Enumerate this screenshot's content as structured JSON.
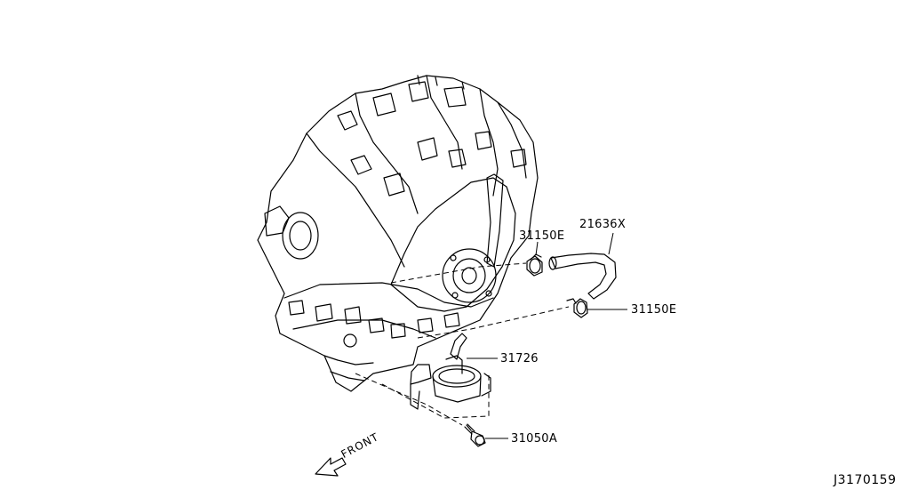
{
  "parts": [
    {
      "number": "21636X",
      "part": "hose"
    },
    {
      "number": "31150E",
      "part": "upper-clamp"
    },
    {
      "number": "31150E",
      "part": "lower-clamp"
    },
    {
      "number": "31726",
      "part": "oil-cooler-fitting"
    },
    {
      "number": "31050A",
      "part": "bolt"
    }
  ],
  "direction_label": "FRONT",
  "diagram_code": "J3170159",
  "colors": {
    "line": "#000000",
    "background": "#ffffff"
  }
}
